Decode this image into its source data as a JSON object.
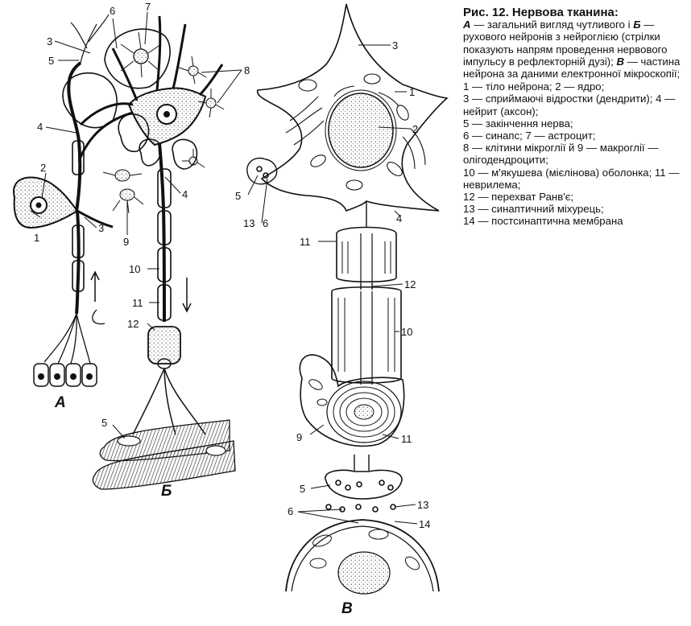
{
  "caption": {
    "title": "Рис. 12. Нервова тканина:",
    "intro_parts": [
      {
        "t": "А",
        "style": "it"
      },
      {
        "t": " — загальний вигляд чутливого і ",
        "style": ""
      },
      {
        "t": "Б",
        "style": "it"
      },
      {
        "t": " — рухового нейронів з нейроглією (стрілки показують напрям проведення нервового імпульсу в рефлекторній дузі); ",
        "style": ""
      },
      {
        "t": "В",
        "style": "it"
      },
      {
        "t": " — частина нейрона за даними електронної мікроскопії;",
        "style": ""
      }
    ],
    "legend": [
      "1 — тіло нейрона; 2 — ядро;",
      "3 — сприймаючі відростки (дендрити); 4 — нейрит (аксон);",
      "5 — закінчення нерва;",
      "6 — синапс; 7 — астроцит;",
      "8 — клітини мікроглії й 9 — макроглії — олігодендроцити;",
      "10 — м'якушева (мієлінова) оболонка; 11 — неврилема;",
      "12 — перехват Ранв'є;",
      "13 — синаптичний міхурець;",
      "14 — постсинаптична мембрана"
    ]
  },
  "panels": {
    "a": "А",
    "b": "Б",
    "v": "В"
  },
  "labels": {
    "n1": "1",
    "n2": "2",
    "n3": "3",
    "n4": "4",
    "n5": "5",
    "n6": "6",
    "n7": "7",
    "n8": "8",
    "n9": "9",
    "n10": "10",
    "n11": "11",
    "n12": "12",
    "n13": "13",
    "n14": "14"
  },
  "colors": {
    "ink": "#111111",
    "paper": "#ffffff",
    "stipple": "#555555"
  }
}
